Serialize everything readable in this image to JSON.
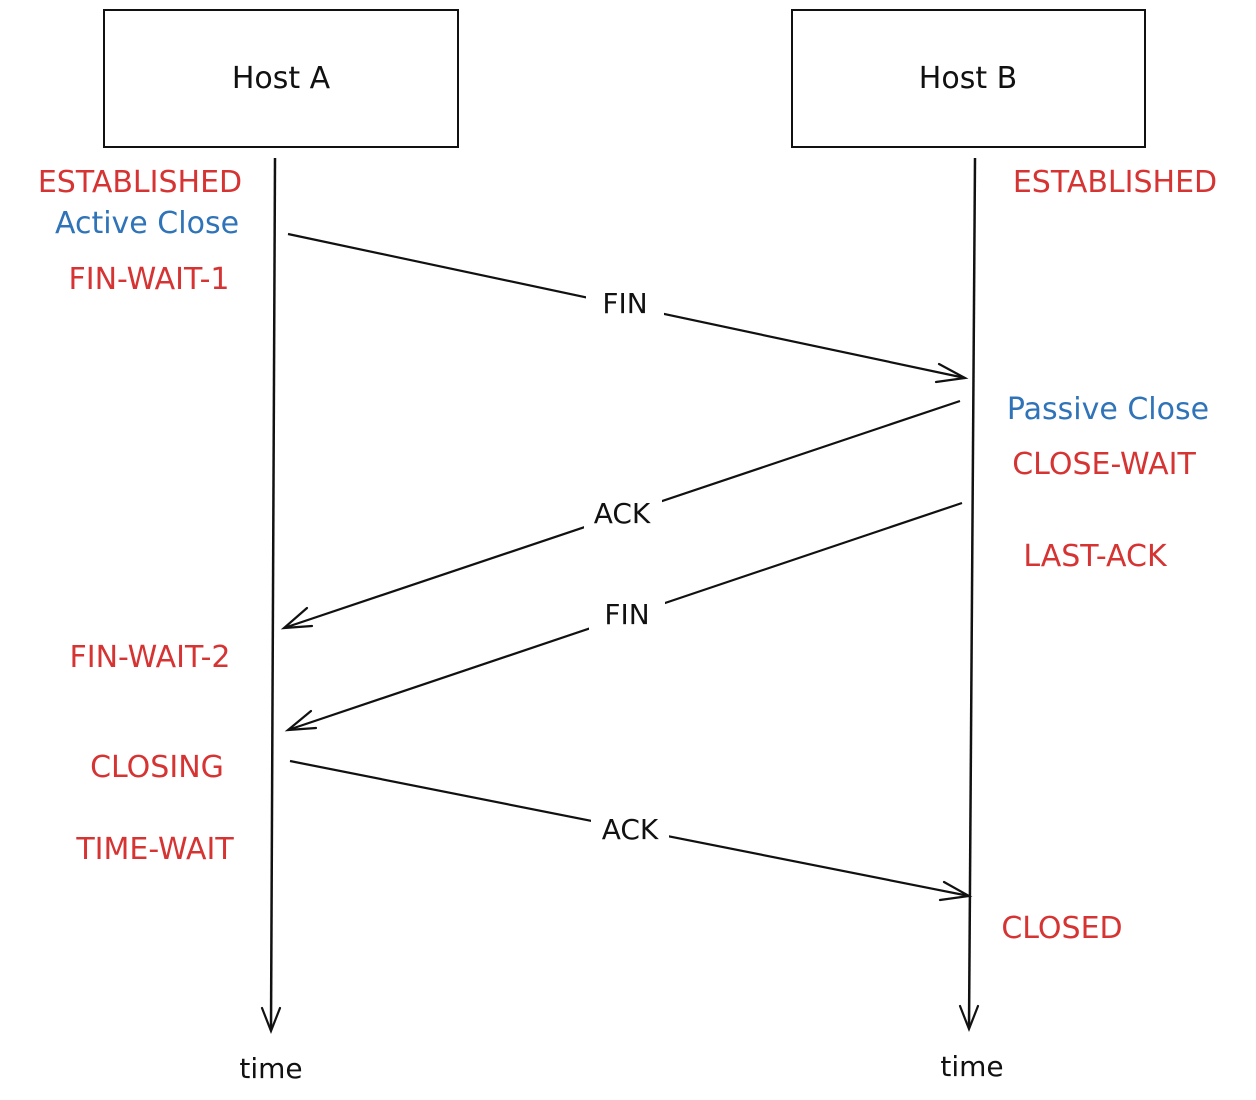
{
  "hosts": {
    "a": {
      "label": "Host A"
    },
    "b": {
      "label": "Host B"
    }
  },
  "host_a_states": {
    "established": "ESTABLISHED",
    "action": "Active Close",
    "fin_wait_1": "FIN-WAIT-1",
    "fin_wait_2": "FIN-WAIT-2",
    "closing": "CLOSING",
    "time_wait": "TIME-WAIT"
  },
  "host_b_states": {
    "established": "ESTABLISHED",
    "action": "Passive Close",
    "close_wait": "CLOSE-WAIT",
    "last_ack": "LAST-ACK",
    "closed": "CLOSED"
  },
  "messages": {
    "fin_a_to_b": "FIN",
    "ack_b_to_a": "ACK",
    "fin_b_to_a": "FIN",
    "ack_a_to_b": "ACK"
  },
  "time": {
    "a": "time",
    "b": "time"
  },
  "colors": {
    "state": "#d63333",
    "action": "#2f73b8",
    "ink": "#111111"
  }
}
